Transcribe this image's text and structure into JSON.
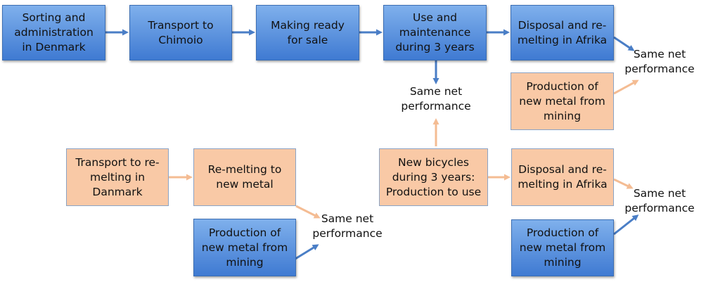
{
  "colors": {
    "blue_box": "#4f86d6",
    "orange_box": "#f9c9a6",
    "blue_arrow": "#4a7ec6",
    "orange_arrow": "#f4bc93"
  },
  "boxes": {
    "sorting": "Sorting and\nadministration\nin Denmark",
    "transport_chimoio": "Transport to\nChimoio",
    "making_ready": "Making ready\nfor sale",
    "use_maintenance": "Use and\nmaintenance\nduring 3 years",
    "disposal_top": "Disposal and re-\nmelting in Afrika",
    "production_top_right": "Production of\nnew metal from\nmining",
    "transport_remelting": "Transport to re-\nmelting in\nDanmark",
    "remelting": "Re-melting to\nnew metal",
    "production_bottom_left": "Production of\nnew metal from\nmining",
    "new_bicycles": "New bicycles\nduring 3 years:\nProduction to use",
    "disposal_bottom": "Disposal and re-\nmelting in Afrika",
    "production_bottom_right": "Production of\nnew metal from\nmining"
  },
  "labels": {
    "same_net_top_right": "Same net\nperformance",
    "same_net_middle": "Same net\nperformance",
    "same_net_bottom_left": "Same net\nperformance",
    "same_net_bottom_right": "Same net\nperformance"
  }
}
